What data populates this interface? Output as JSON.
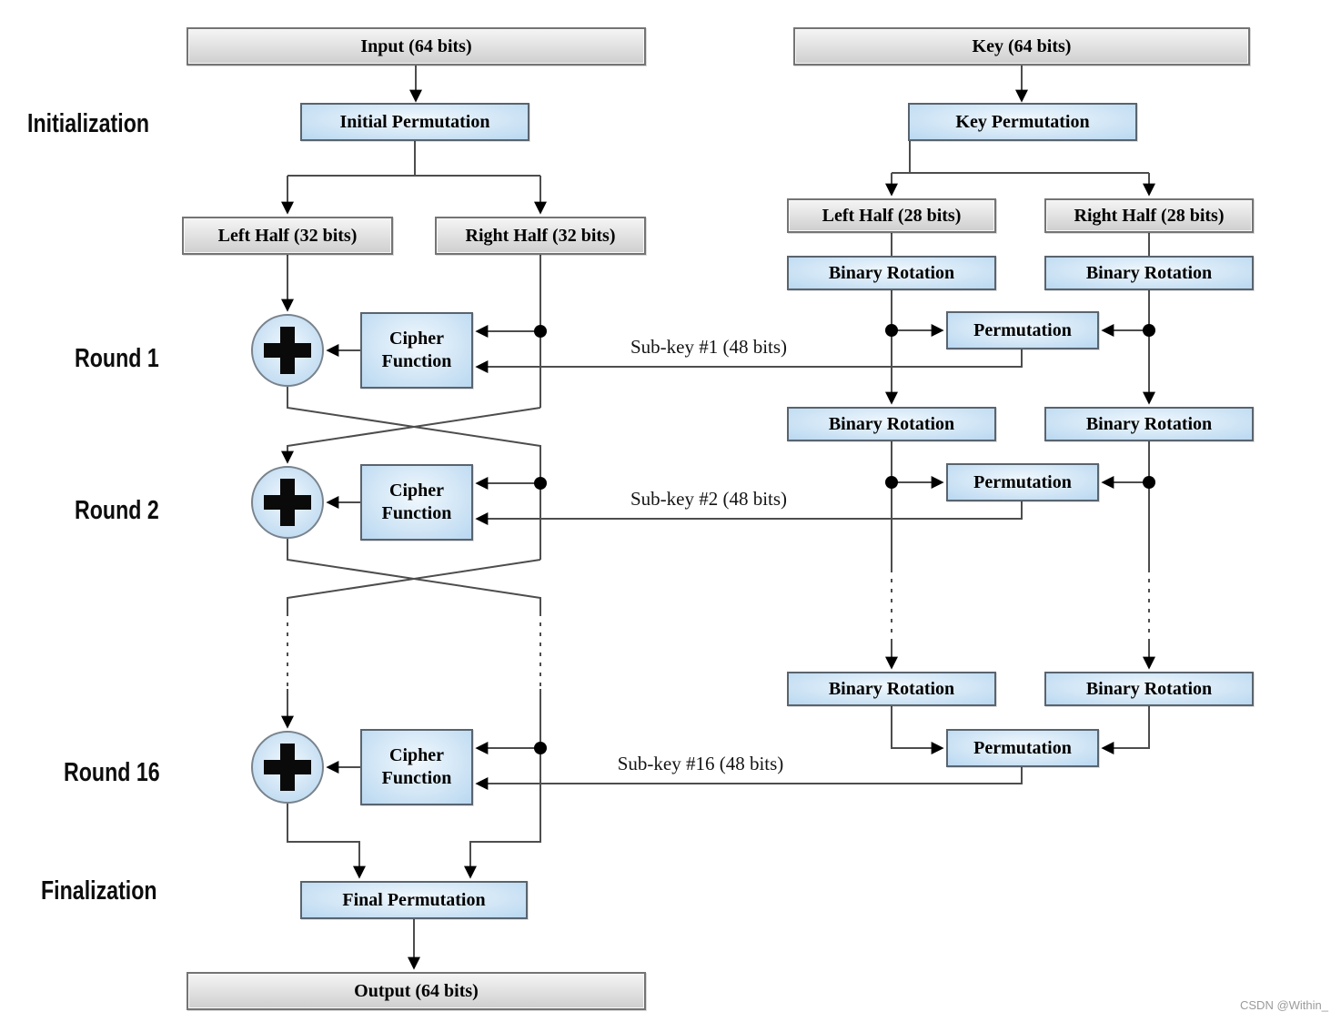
{
  "stages": {
    "initialization": "Initialization",
    "round_1": "Round 1",
    "round_2": "Round 2",
    "round_16": "Round 16",
    "finalization": "Finalization"
  },
  "data_path": {
    "input": "Input (64 bits)",
    "initial_permutation": "Initial Permutation",
    "left_half": "Left Half (32 bits)",
    "right_half": "Right Half (32 bits)",
    "cipher_function": "Cipher Function",
    "final_permutation": "Final Permutation",
    "output": "Output (64 bits)"
  },
  "key_schedule": {
    "key": "Key (64 bits)",
    "key_permutation": "Key Permutation",
    "left_half": "Left Half (28 bits)",
    "right_half": "Right Half (28 bits)",
    "binary_rotation": "Binary Rotation",
    "permutation": "Permutation"
  },
  "subkeys": {
    "round_1": "Sub-key #1 (48 bits)",
    "round_2": "Sub-key #2 (48 bits)",
    "round_16": "Sub-key #16 (48 bits)"
  },
  "icons": {
    "xor": "plus-icon",
    "junction": "dot-icon",
    "flow": "arrowhead-icon"
  },
  "watermark": "CSDN @Within_",
  "colors": {
    "process_box_fill": "#b8d7f0",
    "data_box_fill": "#d9d9d9",
    "wire": "#4d4d4d",
    "arrow": "#000000"
  }
}
